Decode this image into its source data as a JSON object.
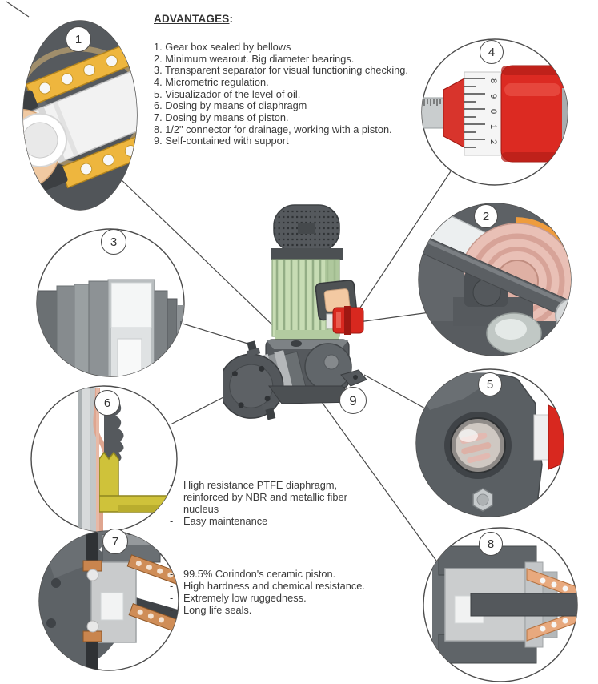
{
  "advantages": {
    "heading": "ADVANTAGES",
    "heading_suffix": ":",
    "items": [
      "1. Gear box sealed by bellows",
      "2. Minimum wearout. Big diameter bearings.",
      "3. Transparent separator for visual functioning checking.",
      "4. Micrometric regulation.",
      "5. Visualizador of the level of oil.",
      "6. Dosing by means of diaphragm",
      "7. Dosing by means of piston.",
      "8. 1/2\" connector for drainage, working with a piston.",
      "9. Self-contained with support"
    ]
  },
  "badges": [
    "1",
    "2",
    "3",
    "4",
    "5",
    "6",
    "7",
    "8",
    "9"
  ],
  "notes": {
    "diaphragm": {
      "bullets": [
        {
          "dash": "-",
          "lines": [
            "High resistance PTFE diaphragm,",
            "reinforced by NBR and metallic fiber",
            "nucleus"
          ]
        },
        {
          "dash": "-",
          "lines": [
            "Easy maintenance"
          ]
        }
      ]
    },
    "piston": {
      "bullets": [
        {
          "dash": "-",
          "lines": [
            "99.5% Corindon's ceramic piston."
          ]
        },
        {
          "dash": "-",
          "lines": [
            "High hardness and chemical resistance."
          ]
        },
        {
          "dash": "-",
          "lines": [
            "Extremely low ruggedness."
          ]
        },
        {
          "dash": "-",
          "lines": [
            "Long life seals."
          ]
        }
      ]
    }
  },
  "micrometer": {
    "digits": [
      "8",
      "9",
      "0",
      "1",
      "2"
    ]
  },
  "colors": {
    "text": "#3a3a3a",
    "line": "#4a4a4a",
    "accent_red": "#d9291f",
    "motor_green": "#c7dcb4",
    "junction_label_peach": "#f3c9a2",
    "bellows_gold": "#ecb53b",
    "bearing_pink": "#e9c0b6",
    "bearing_orange": "#ee9c3e",
    "seal_copper": "#d98e58",
    "diaphragm_yellow": "#cfc23a",
    "diaphragm_pink": "#dfa58f",
    "body_gray": "#55595d"
  }
}
